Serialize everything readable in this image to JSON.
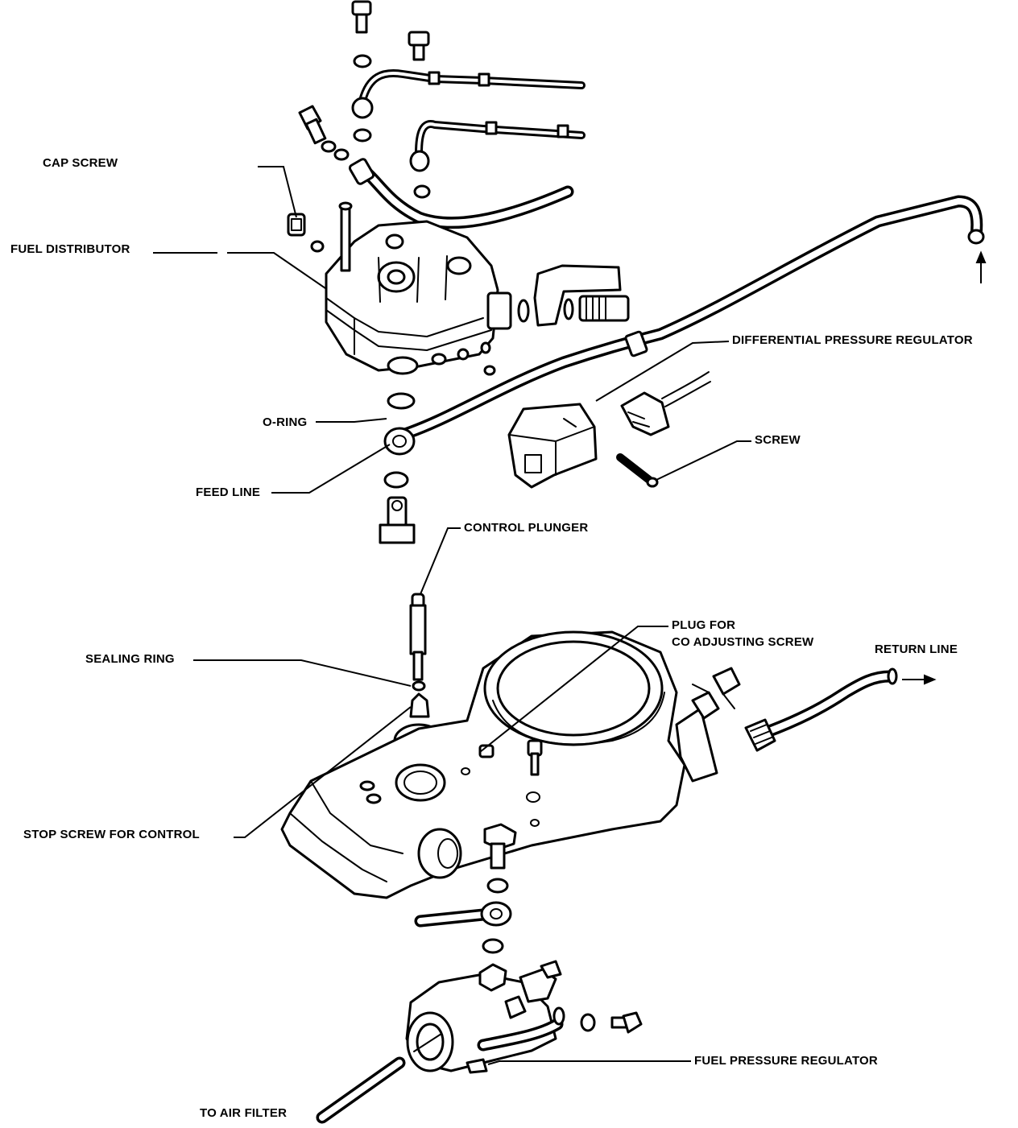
{
  "labels": {
    "cap_screw": "CAP SCREW",
    "fuel_distributor": "FUEL DISTRIBUTOR",
    "differential_pressure_regulator": "DIFFERENTIAL PRESSURE REGULATOR",
    "o_ring": "O-RING",
    "screw": "SCREW",
    "feed_line": "FEED LINE",
    "control_plunger": "CONTROL PLUNGER",
    "plug_for_line1": "PLUG FOR",
    "plug_for_line2": "CO ADJUSTING SCREW",
    "return_line": "RETURN LINE",
    "sealing_ring": "SEALING RING",
    "stop_screw": "STOP SCREW FOR CONTROL",
    "fuel_pressure_regulator": "FUEL PRESSURE REGULATOR",
    "to_air_filter": "TO AIR FILTER"
  },
  "colors": {
    "ink": "#000000",
    "paper": "#ffffff"
  }
}
